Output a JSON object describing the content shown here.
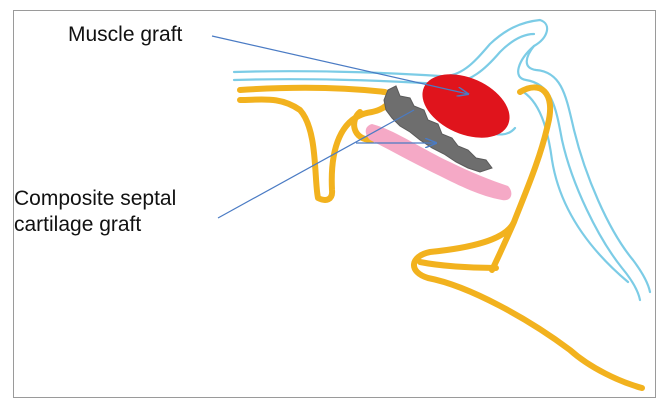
{
  "labels": {
    "muscle_graft": "Muscle graft",
    "composite_line1": "Composite septal",
    "composite_line2": "cartilage graft"
  },
  "colors": {
    "cartilage": "#f2b21e",
    "mucosa": "#7ccce6",
    "muscle": "#e0141c",
    "septal_graft": "#6e6e6e",
    "perichondrium": "#f5a9c6",
    "pointer": "#4a7bc4"
  }
}
